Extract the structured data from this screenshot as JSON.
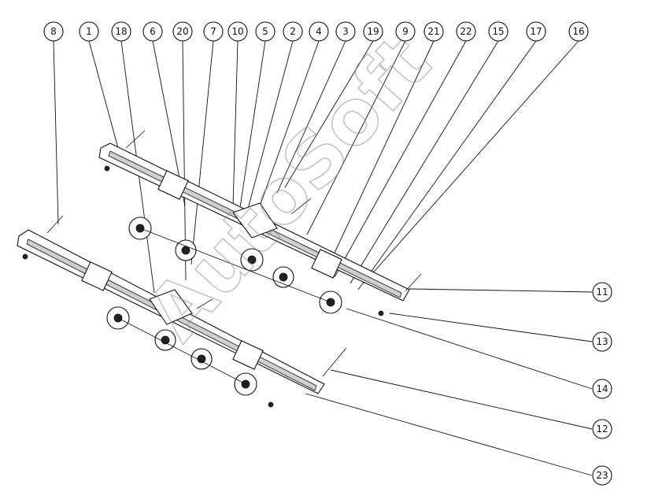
{
  "watermark": "AutoSoft",
  "callouts": {
    "c8": "8",
    "c1": "1",
    "c18": "18",
    "c6": "6",
    "c20": "20",
    "c7": "7",
    "c10": "10",
    "c5": "5",
    "c2": "2",
    "c4": "4",
    "c3": "3",
    "c19": "19",
    "c9": "9",
    "c21": "21",
    "c22": "22",
    "c15": "15",
    "c17": "17",
    "c16": "16",
    "c11": "11",
    "c13": "13",
    "c14": "14",
    "c12": "12",
    "c23": "23"
  }
}
